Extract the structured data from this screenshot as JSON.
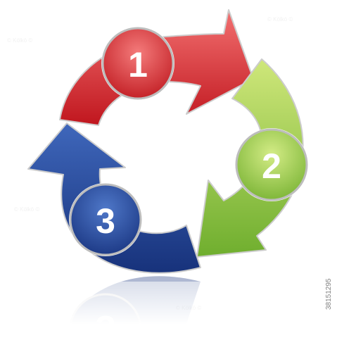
{
  "steps": [
    {
      "number": "1",
      "color": "#d93338"
    },
    {
      "number": "2",
      "color": "#8cc63f"
    },
    {
      "number": "3",
      "color": "#2a4a9a"
    }
  ],
  "watermark_id": "38151295",
  "colors": {
    "red_light": "#ef6a6a",
    "red_dark": "#b5151c",
    "green_light": "#c6e26a",
    "green_dark": "#6aa82c",
    "blue_light": "#4a72c4",
    "blue_dark": "#18337d",
    "outline": "#c8c8c8"
  }
}
